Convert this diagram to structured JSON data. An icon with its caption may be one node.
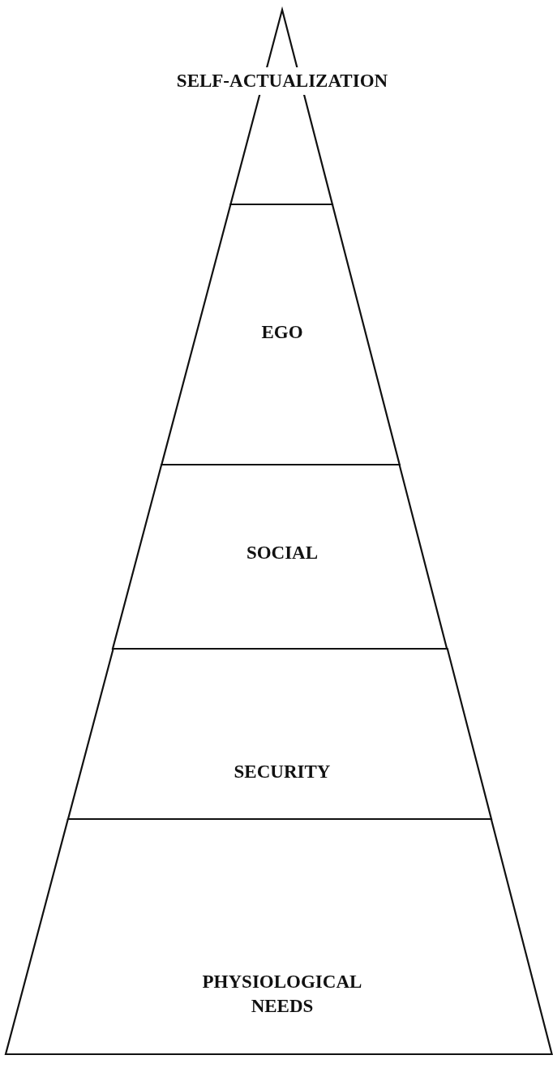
{
  "diagram": {
    "nodes": [
      {
        "text": [
          "SELF-ACTUALIZATION"
        ]
      },
      {
        "text": [
          "EGO"
        ]
      },
      {
        "text": [
          "SOCIAL"
        ]
      },
      {
        "text": [
          "SECURITY"
        ]
      },
      {
        "text": [
          "PHYSIOLOGICAL NEEDS"
        ]
      }
    ]
  }
}
